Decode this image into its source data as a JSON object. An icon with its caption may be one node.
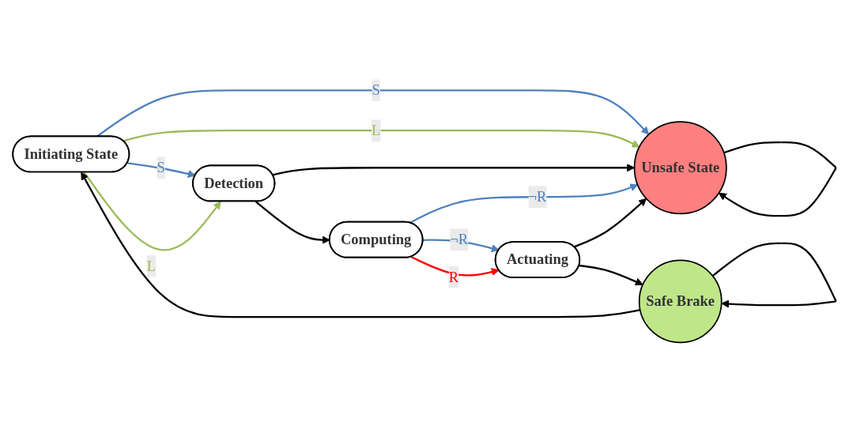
{
  "diagram": {
    "nodes": [
      {
        "text": [
          "Unsafe State"
        ]
      },
      {
        "text": [
          "Initiating State"
        ]
      },
      {
        "text": [
          "Detection"
        ]
      },
      {
        "text": [
          "Computing"
        ]
      },
      {
        "text": [
          "Actuating"
        ]
      },
      {
        "text": [
          "Safe Brake"
        ]
      }
    ],
    "edges": [
      {
        "from": 0,
        "to": 0,
        "arrow": "to"
      },
      {
        "from": 1,
        "to": 0,
        "arrow": "to",
        "label": "S",
        "color": "#4f81bd"
      },
      {
        "from": 1,
        "to": 0,
        "arrow": "to",
        "label": "L",
        "color": "#9bbb59"
      },
      {
        "from": 1,
        "to": 2,
        "arrow": "to",
        "label": "S",
        "color": "#4f81bd"
      },
      {
        "from": 1,
        "to": 2,
        "arrow": "to",
        "label": "L",
        "color": "#9bbb59"
      },
      {
        "from": 2,
        "to": 0,
        "arrow": "to"
      },
      {
        "from": 2,
        "to": 3,
        "arrow": "to"
      },
      {
        "from": 3,
        "to": 0,
        "arrow": "to",
        "label": "¬R",
        "color": "#4f81bd"
      },
      {
        "from": 3,
        "to": 4,
        "arrow": "to",
        "label": "¬R",
        "color": "#4f81bd"
      },
      {
        "from": 3,
        "to": 4,
        "arrow": "to",
        "label": "R",
        "color": "#ff0000"
      },
      {
        "from": 4,
        "to": 0,
        "arrow": "to"
      },
      {
        "from": 4,
        "to": 5,
        "arrow": "to"
      },
      {
        "from": 5,
        "to": 5,
        "arrow": "to"
      },
      {
        "from": 5,
        "to": 1,
        "arrow": "to"
      }
    ]
  }
}
